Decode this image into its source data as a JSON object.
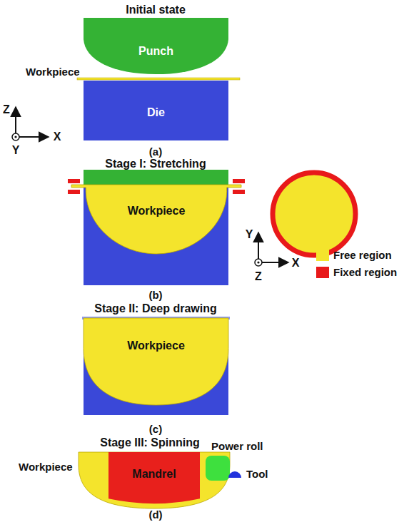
{
  "diagram": {
    "nodes": [
      {
        "text": [
          "Punch"
        ]
      },
      {
        "text": [
          "Die"
        ]
      },
      {
        "text": [
          "Workpiece"
        ]
      },
      {
        "text": [
          "Workpiece"
        ]
      },
      {
        "text": [
          "Mandrel"
        ]
      }
    ],
    "labels": [
      "Initial state",
      "Workpiece",
      "Z",
      "Y",
      "X",
      "(a)",
      "Stage I: Stretching",
      "Y",
      "Z",
      "X",
      "(b)",
      "Stage II: Deep drawing",
      "(c)",
      "Stage III: Spinning",
      "Workpiece",
      "Power roll",
      "Tool",
      "(d)"
    ],
    "legend": [
      {
        "text": "Free region",
        "color": "#f4e42c"
      },
      {
        "text": "Fixed region",
        "color": "#e8191a"
      }
    ]
  }
}
